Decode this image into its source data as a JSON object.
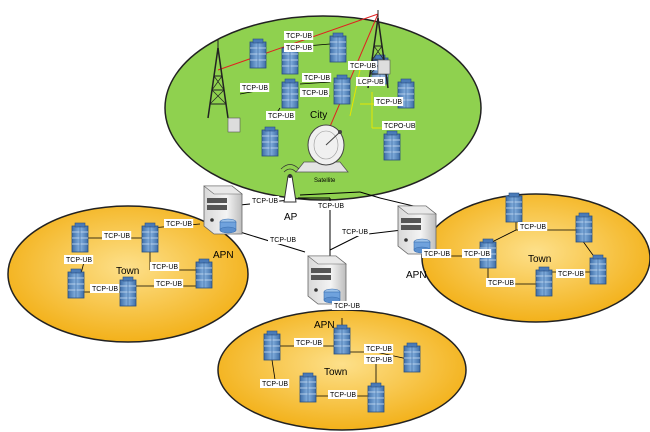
{
  "link_label": "TCP-UB",
  "zones": {
    "city": "City",
    "town_left": "Town",
    "town_right": "Town",
    "town_bottom": "Town"
  },
  "devices": {
    "satellite": "Satellite",
    "ap": "AP",
    "apn_left": "APN",
    "apn_right": "APN",
    "apn_center": "APN"
  },
  "city_labels": [
    "TCP-UB",
    "TCP-UB",
    "TCP-UB",
    "TCP-UB",
    "TCP-UB",
    "TCP-UB",
    "TCP-UB",
    "LCP-UB",
    "TCP-UB",
    "TCPO-UB"
  ],
  "colors": {
    "city_fill": "#8fd14f",
    "town_fill": "#f5b91a",
    "building": "#5b8fc9",
    "tower": "#222222",
    "laser_red": "#e02020",
    "link_yellow": "#e6e600"
  }
}
